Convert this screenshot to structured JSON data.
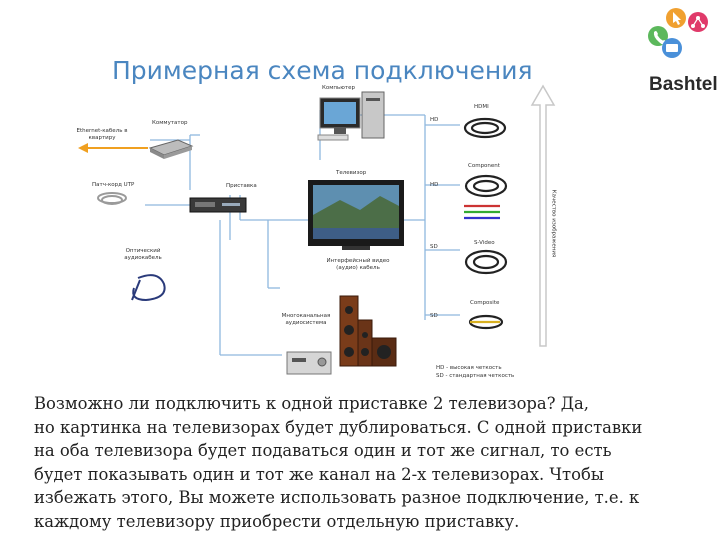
{
  "title": "Примерная схема подключения",
  "brand": "Bashtel",
  "diagram": {
    "computer": "Компьютер",
    "commutator": "Коммутатор",
    "ethernet": "Ethernet-кабель в квартиру",
    "patchcord": "Патч-корд UTP",
    "stb": "Приставка",
    "optical": "Оптический аудиокабель",
    "tv": "Телевизор",
    "interface_cable": "Интерфейсный видео (аудио) кабель",
    "audio_system": "Многоканальная аудиосистема",
    "cables": [
      "HDMI",
      "Component",
      "S-Video",
      "Composite"
    ],
    "quality_marks": [
      "HD",
      "HD",
      "SD",
      "SD"
    ],
    "quality_axis": "Качество изображения",
    "legend": [
      "HD - высокая четкость",
      "SD - стандартная четкость"
    ]
  },
  "paragraph": [
    "Возможно ли подключить к одной приставке 2 телевизора? Да,",
    "но картинка на телевизорах будет дублироваться. С одной приставки",
    "на оба телевизора будет подаваться один и тот же сигнал, то есть",
    "будет показывать один и тот же канал на  2-х телевизорах. Чтобы",
    "избежать этого, Вы можете использовать разное подключение, т.е. к",
    "каждому телевизору приобрести отдельную приставку."
  ],
  "colors": {
    "title": "#4a86c0",
    "connector": "#8fb8de",
    "arrow": "#c8c8c8"
  }
}
